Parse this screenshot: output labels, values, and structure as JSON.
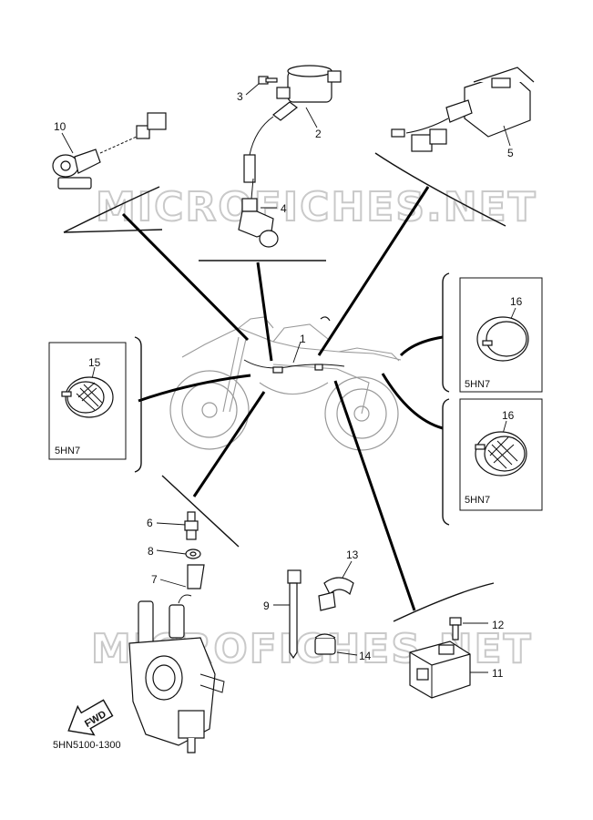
{
  "watermark": "MICROFICHES.NET",
  "reference_code": "5HN5100-1300",
  "fwd_label": "FWD",
  "callouts": {
    "c1": "1",
    "c2": "2",
    "c3": "3",
    "c4": "4",
    "c5": "5",
    "c6": "6",
    "c7": "7",
    "c8": "8",
    "c9": "9",
    "c10": "10",
    "c11": "11",
    "c12": "12",
    "c13": "13",
    "c14": "14",
    "c15": "15",
    "c16a": "16",
    "c16b": "16"
  },
  "detail_boxes": {
    "left_box_label": "5HN7",
    "right_top_box_label": "5HN7",
    "right_bottom_box_label": "5HN7"
  }
}
